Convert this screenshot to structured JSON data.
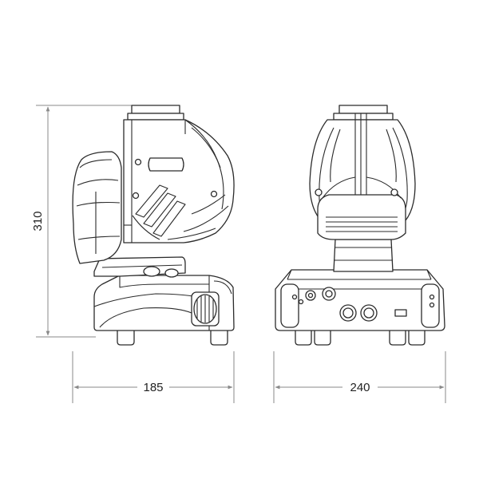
{
  "dimensions": {
    "height_label": "310",
    "side_width_label": "185",
    "front_width_label": "240"
  },
  "colors": {
    "outline": "#2b2b2b",
    "dimension_line": "#8a8a8a",
    "background": "#ffffff"
  }
}
